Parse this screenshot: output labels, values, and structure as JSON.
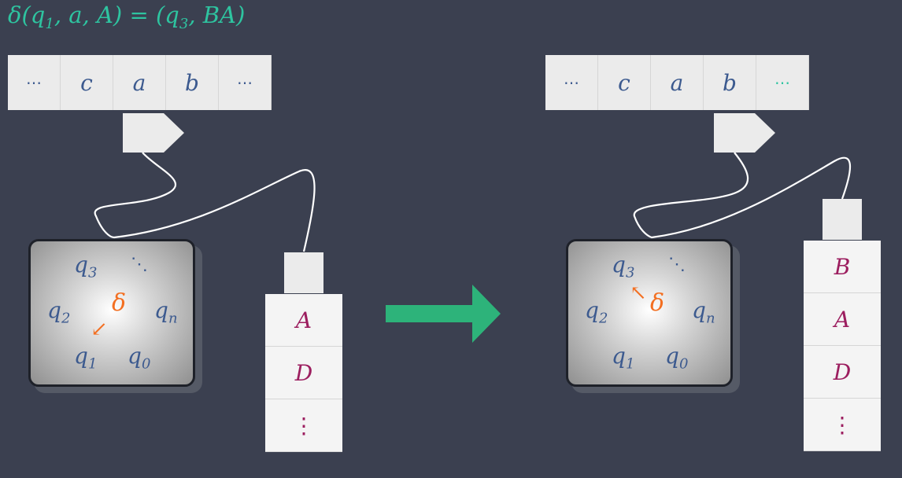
{
  "formula": {
    "delta": "δ(",
    "q1": "q",
    "q1_sub": "1",
    "mid": ", a, A) = (",
    "q3": "q",
    "q3_sub": "3",
    "end": ", BA)"
  },
  "left": {
    "tape": [
      "⋯",
      "c",
      "a",
      "b",
      "⋯"
    ],
    "states": {
      "q3": "q",
      "q3_sub": "3",
      "q2": "q",
      "q2_sub": "2",
      "qn": "q",
      "qn_sub": "n",
      "q1": "q",
      "q1_sub": "1",
      "q0": "q",
      "q0_sub": "0",
      "dots": "⋱",
      "delta": "δ",
      "arrow": "↙"
    },
    "stack": [
      "A",
      "D",
      "⋮"
    ]
  },
  "right": {
    "tape": [
      "⋯",
      "c",
      "a",
      "b",
      "⋯"
    ],
    "states": {
      "q3": "q",
      "q3_sub": "3",
      "q2": "q",
      "q2_sub": "2",
      "qn": "q",
      "qn_sub": "n",
      "q1": "q",
      "q1_sub": "1",
      "q0": "q",
      "q0_sub": "0",
      "dots": "⋱",
      "delta": "δ",
      "arrow": "↖"
    },
    "stack": [
      "B",
      "A",
      "D",
      "⋮"
    ]
  },
  "colors": {
    "background": "#3b4050",
    "formula": "#2ec4a0",
    "symbol": "#3c5a8f",
    "stack_symbol": "#9c1e5f",
    "delta": "#f36f21",
    "transition_arrow": "#2db37a"
  }
}
